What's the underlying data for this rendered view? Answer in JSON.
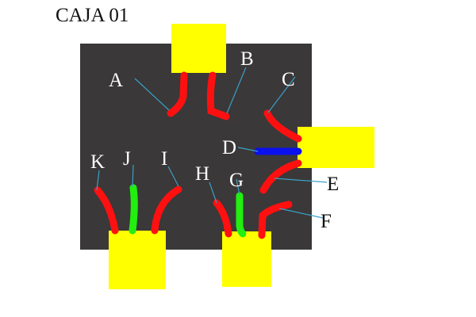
{
  "title": "CAJA 01",
  "colors": {
    "box": "#3a3838",
    "connector": "#ffff00",
    "wire_red": "#ff1010",
    "wire_green": "#22ee10",
    "wire_blue": "#0a10ee",
    "leader": "#3aa0c8"
  },
  "labels": {
    "A": "A",
    "B": "B",
    "C": "C",
    "D": "D",
    "E": "E",
    "F": "F",
    "G": "G",
    "H": "H",
    "I": "I",
    "J": "J",
    "K": "K"
  }
}
